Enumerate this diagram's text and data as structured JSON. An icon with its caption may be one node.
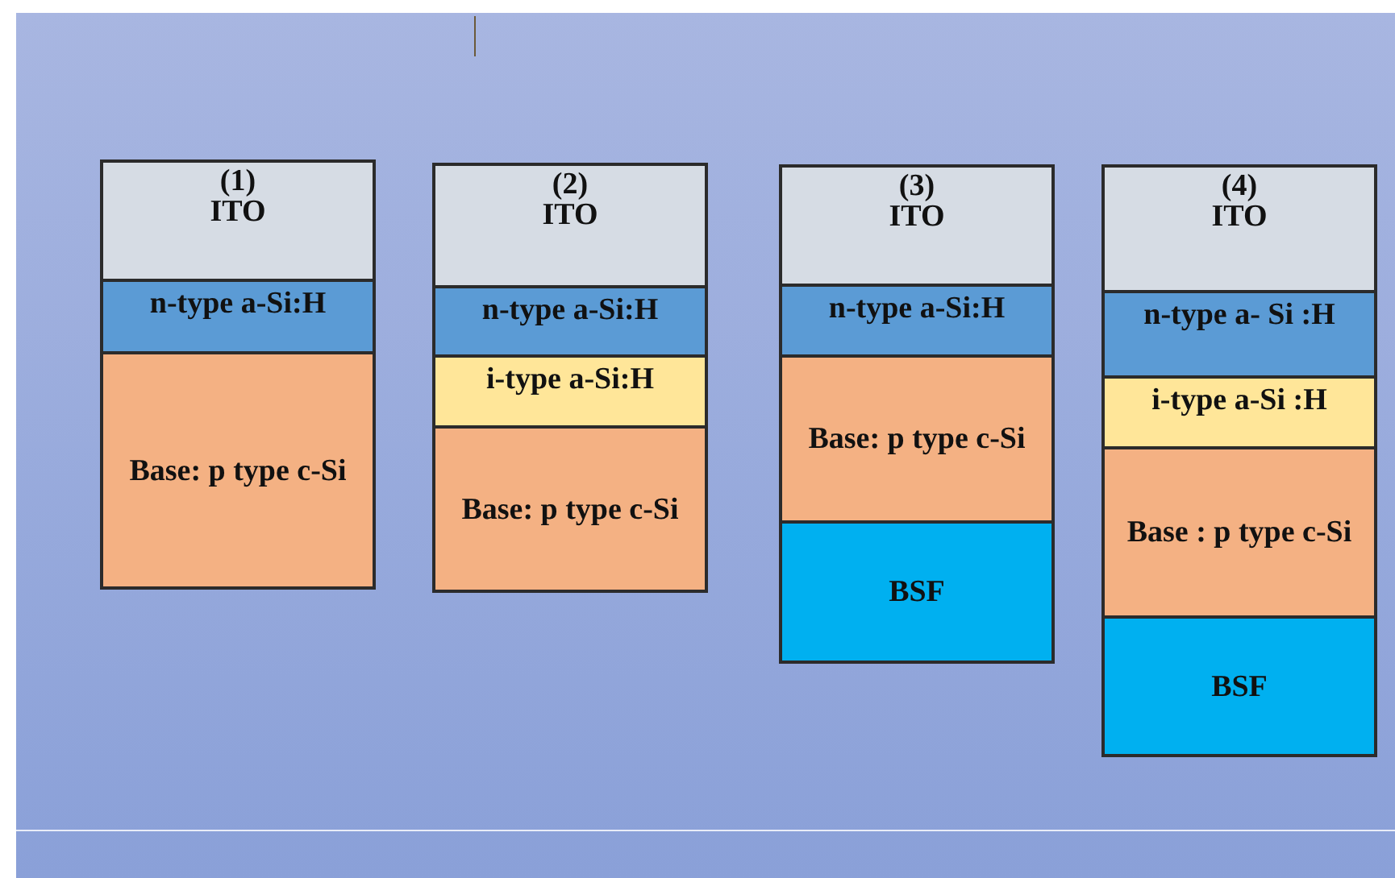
{
  "diagram": {
    "nodes": [
      {
        "text": [
          "(1)",
          "ITO"
        ]
      },
      {
        "text": [
          "n-type a-Si:H"
        ]
      },
      {
        "text": [
          "Base: p type c-Si"
        ]
      },
      {
        "text": [
          "(2)",
          "ITO"
        ]
      },
      {
        "text": [
          "n-type a-Si:H"
        ]
      },
      {
        "text": [
          "i-type a-Si:H"
        ]
      },
      {
        "text": [
          "Base: p type c-Si"
        ]
      },
      {
        "text": [
          "(3)",
          "ITO"
        ]
      },
      {
        "text": [
          "n-type a-Si:H"
        ]
      },
      {
        "text": [
          "Base: p type c-Si"
        ]
      },
      {
        "text": [
          "BSF"
        ]
      },
      {
        "text": [
          "(4)",
          "ITO"
        ]
      },
      {
        "text": [
          "n-type a- Si :H"
        ]
      },
      {
        "text": [
          "i-type a-Si :H"
        ]
      },
      {
        "text": [
          "Base : p type c-Si"
        ]
      },
      {
        "text": [
          "BSF"
        ]
      }
    ]
  }
}
